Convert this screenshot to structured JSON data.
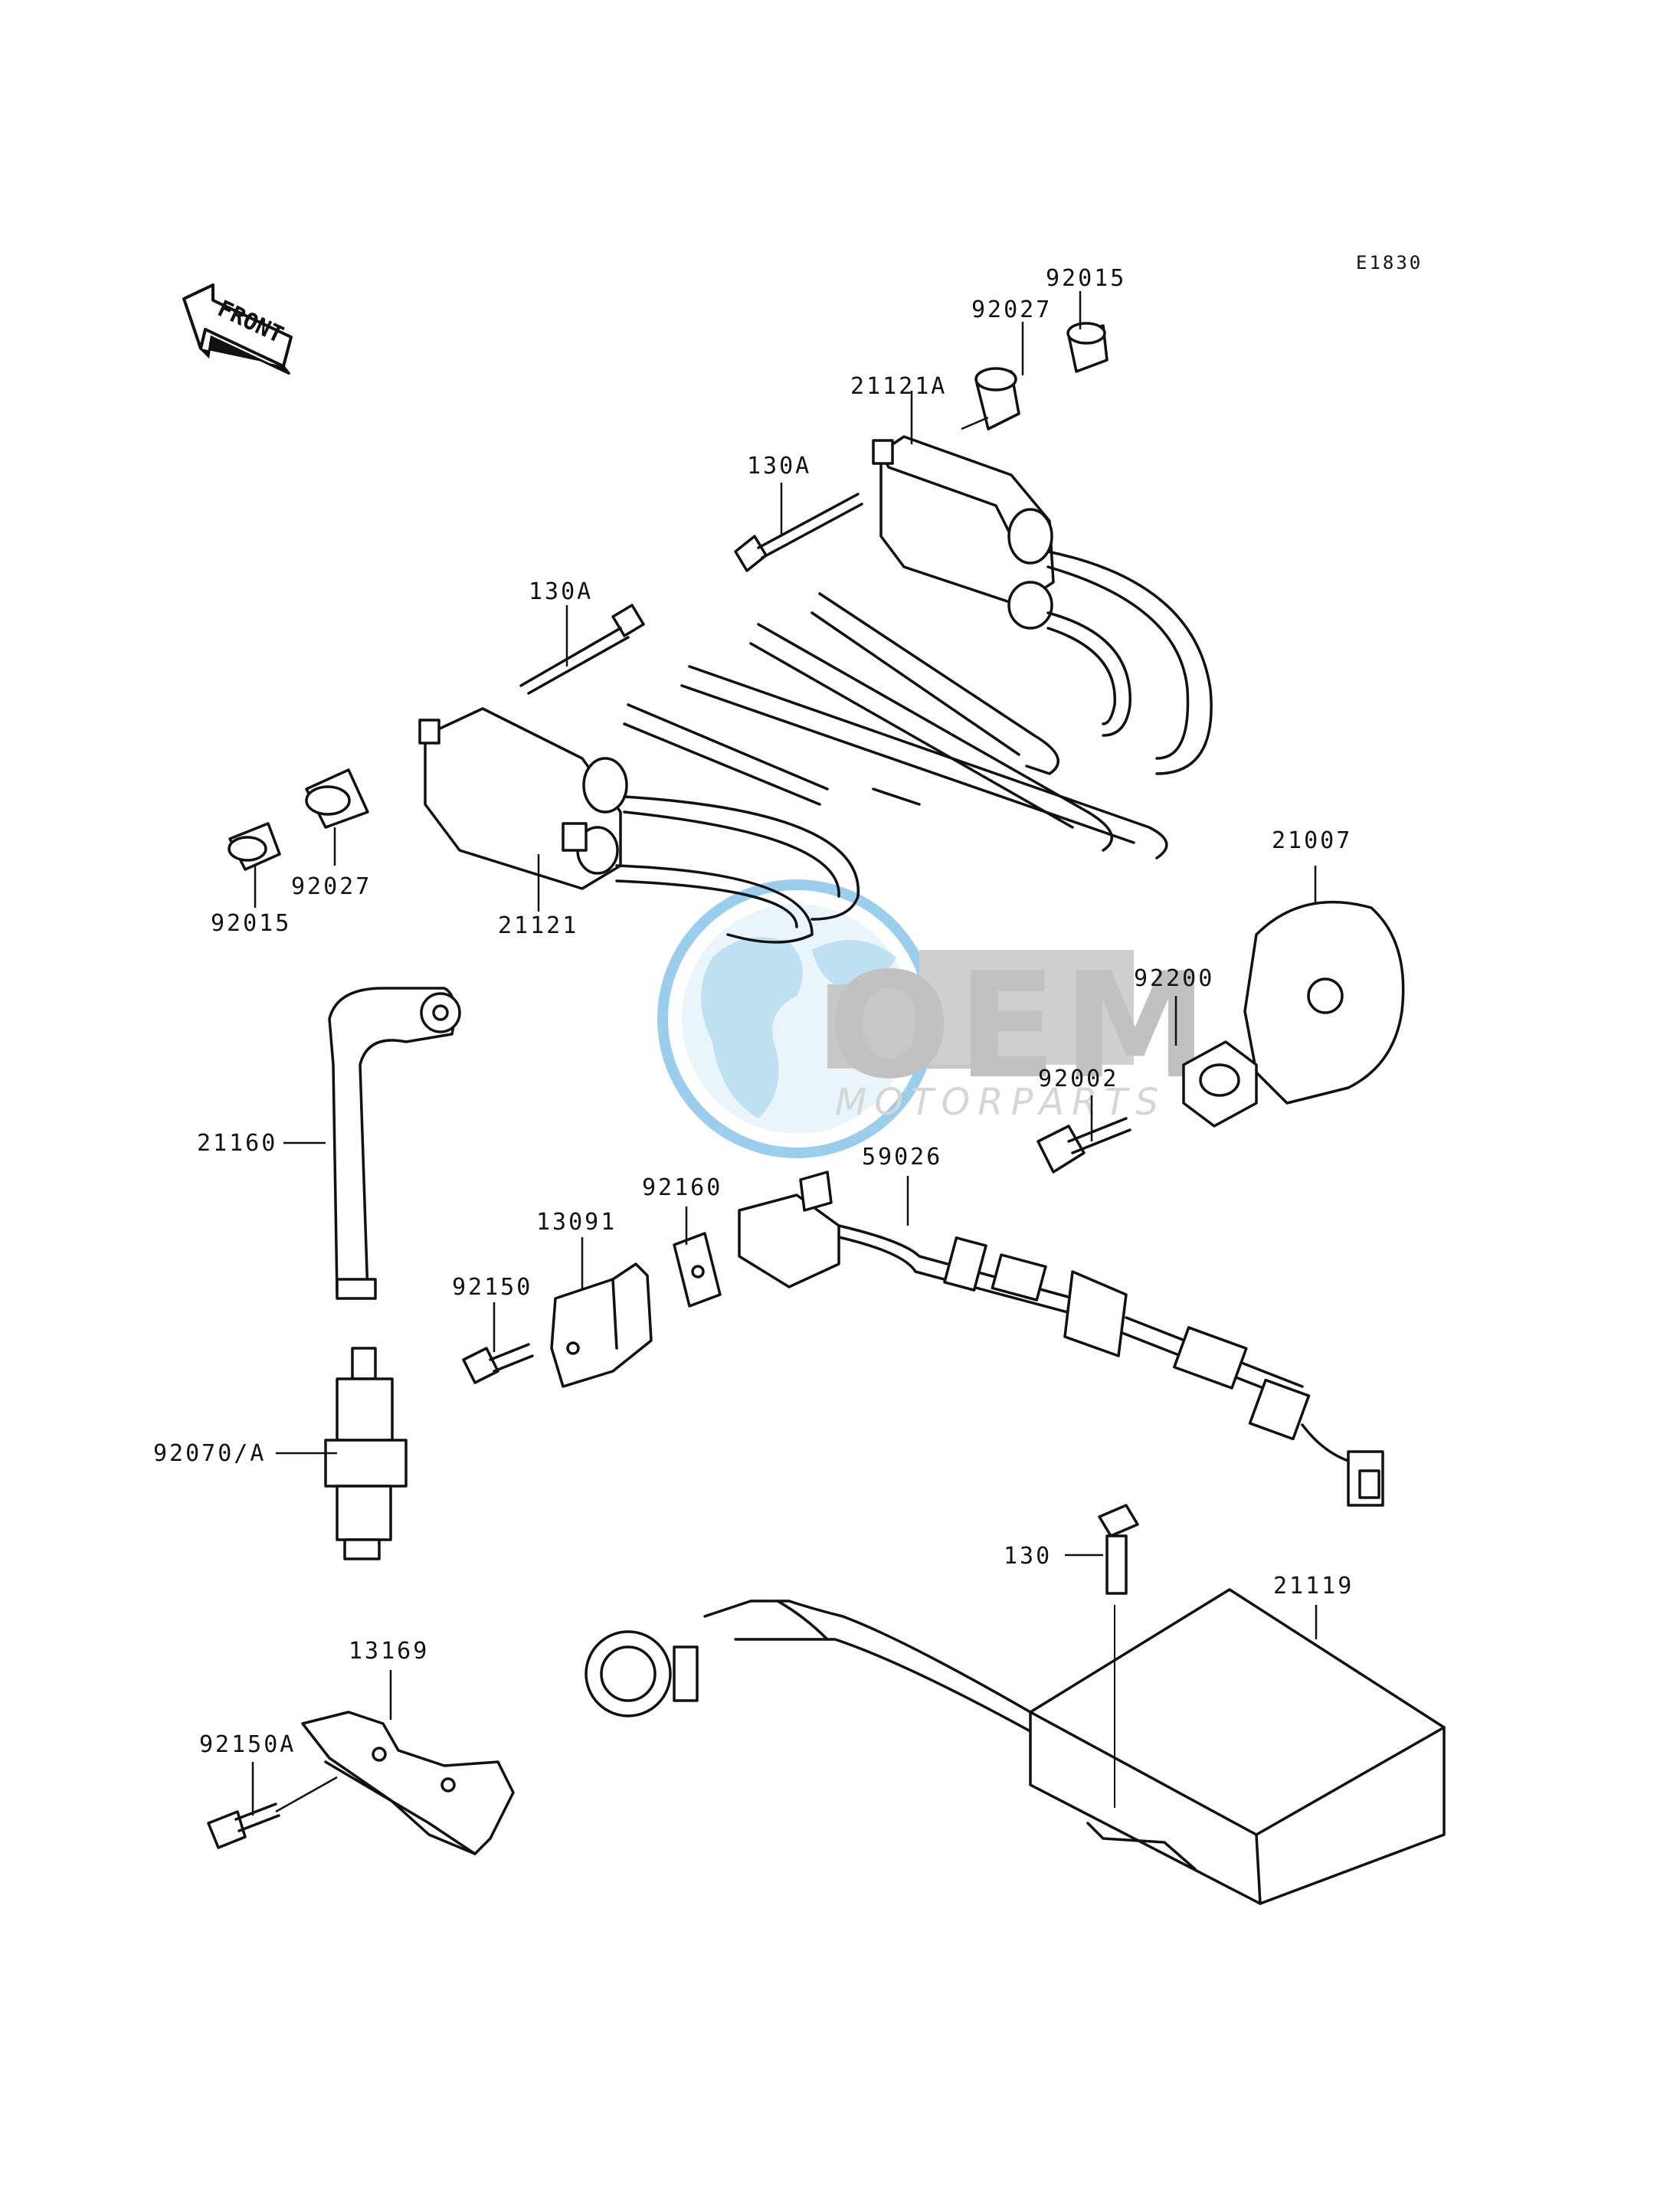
{
  "diagram_code": "E1830",
  "front_arrow_label": "FRONT",
  "watermark": {
    "brand": "OEM",
    "sub": "MOTORPARTS"
  },
  "parts": {
    "p92015_top": "92015",
    "p92027_top": "92027",
    "p21121A": "21121A",
    "p130A_top": "130A",
    "p130A_left": "130A",
    "p92027_left": "92027",
    "p92015_left": "92015",
    "p21121": "21121",
    "p21007": "21007",
    "p92200": "92200",
    "p92002": "92002",
    "p21160": "21160",
    "p59026": "59026",
    "p92160": "92160",
    "p13091": "13091",
    "p92150": "92150",
    "p92070A": "92070/A",
    "p130": "130",
    "p21119": "21119",
    "p13169": "13169",
    "p92150A": "92150A"
  }
}
